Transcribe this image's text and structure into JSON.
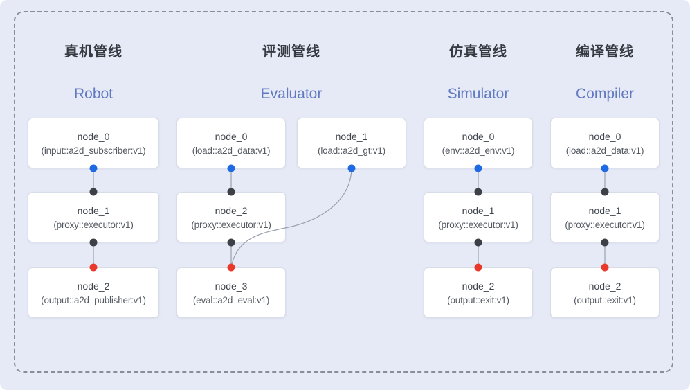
{
  "colors": {
    "canvas-bg": "#e6eaf6",
    "frame-border": "#787d88",
    "node-bg": "#ffffff",
    "node-border": "#d7dce6",
    "title-zh": "#363b42",
    "title-en": "#6079c0",
    "node-title": "#40464e",
    "node-subtitle": "#555b63",
    "edge-line": "#98a0ac",
    "port-blue": "#1f6ae3",
    "port-black": "#3d4147",
    "port-red": "#e9392b"
  },
  "pipelines": [
    {
      "title_zh": "真机管线",
      "title_en": "Robot",
      "nodes": [
        {
          "name": "node_0",
          "type": "(input::a2d_subscriber:v1)"
        },
        {
          "name": "node_1",
          "type": "(proxy::executor:v1)"
        },
        {
          "name": "node_2",
          "type": "(output::a2d_publisher:v1)"
        }
      ]
    },
    {
      "title_zh": "评测管线",
      "title_en": "Evaluator",
      "nodes": [
        {
          "name": "node_0",
          "type": "(load::a2d_data:v1)"
        },
        {
          "name": "node_1",
          "type": "(load::a2d_gt:v1)"
        },
        {
          "name": "node_2",
          "type": "(proxy::executor:v1)"
        },
        {
          "name": "node_3",
          "type": "(eval::a2d_eval:v1)"
        }
      ]
    },
    {
      "title_zh": "仿真管线",
      "title_en": "Simulator",
      "nodes": [
        {
          "name": "node_0",
          "type": "(env::a2d_env:v1)"
        },
        {
          "name": "node_1",
          "type": "(proxy::executor:v1)"
        },
        {
          "name": "node_2",
          "type": "(output::exit:v1)"
        }
      ]
    },
    {
      "title_zh": "编译管线",
      "title_en": "Compiler",
      "nodes": [
        {
          "name": "node_0",
          "type": "(load::a2d_data:v1)"
        },
        {
          "name": "node_1",
          "type": "(proxy::executor:v1)"
        },
        {
          "name": "node_2",
          "type": "(output::exit:v1)"
        }
      ]
    }
  ],
  "edges": [
    {
      "pipeline": "Robot",
      "from": "node_0",
      "to": "node_1",
      "from_port": "blue",
      "to_port": "black",
      "style": "straight"
    },
    {
      "pipeline": "Robot",
      "from": "node_1",
      "to": "node_2",
      "from_port": "black",
      "to_port": "red",
      "style": "straight"
    },
    {
      "pipeline": "Evaluator",
      "from": "node_0",
      "to": "node_2",
      "from_port": "blue",
      "to_port": "black",
      "style": "straight"
    },
    {
      "pipeline": "Evaluator",
      "from": "node_1",
      "to": "node_3",
      "from_port": "blue",
      "to_port": "red",
      "style": "curved"
    },
    {
      "pipeline": "Evaluator",
      "from": "node_2",
      "to": "node_3",
      "from_port": "black",
      "to_port": "red",
      "style": "straight"
    },
    {
      "pipeline": "Simulator",
      "from": "node_0",
      "to": "node_1",
      "from_port": "blue",
      "to_port": "black",
      "style": "straight"
    },
    {
      "pipeline": "Simulator",
      "from": "node_1",
      "to": "node_2",
      "from_port": "black",
      "to_port": "red",
      "style": "straight"
    },
    {
      "pipeline": "Compiler",
      "from": "node_0",
      "to": "node_1",
      "from_port": "blue",
      "to_port": "black",
      "style": "straight"
    },
    {
      "pipeline": "Compiler",
      "from": "node_1",
      "to": "node_2",
      "from_port": "black",
      "to_port": "red",
      "style": "straight"
    }
  ]
}
